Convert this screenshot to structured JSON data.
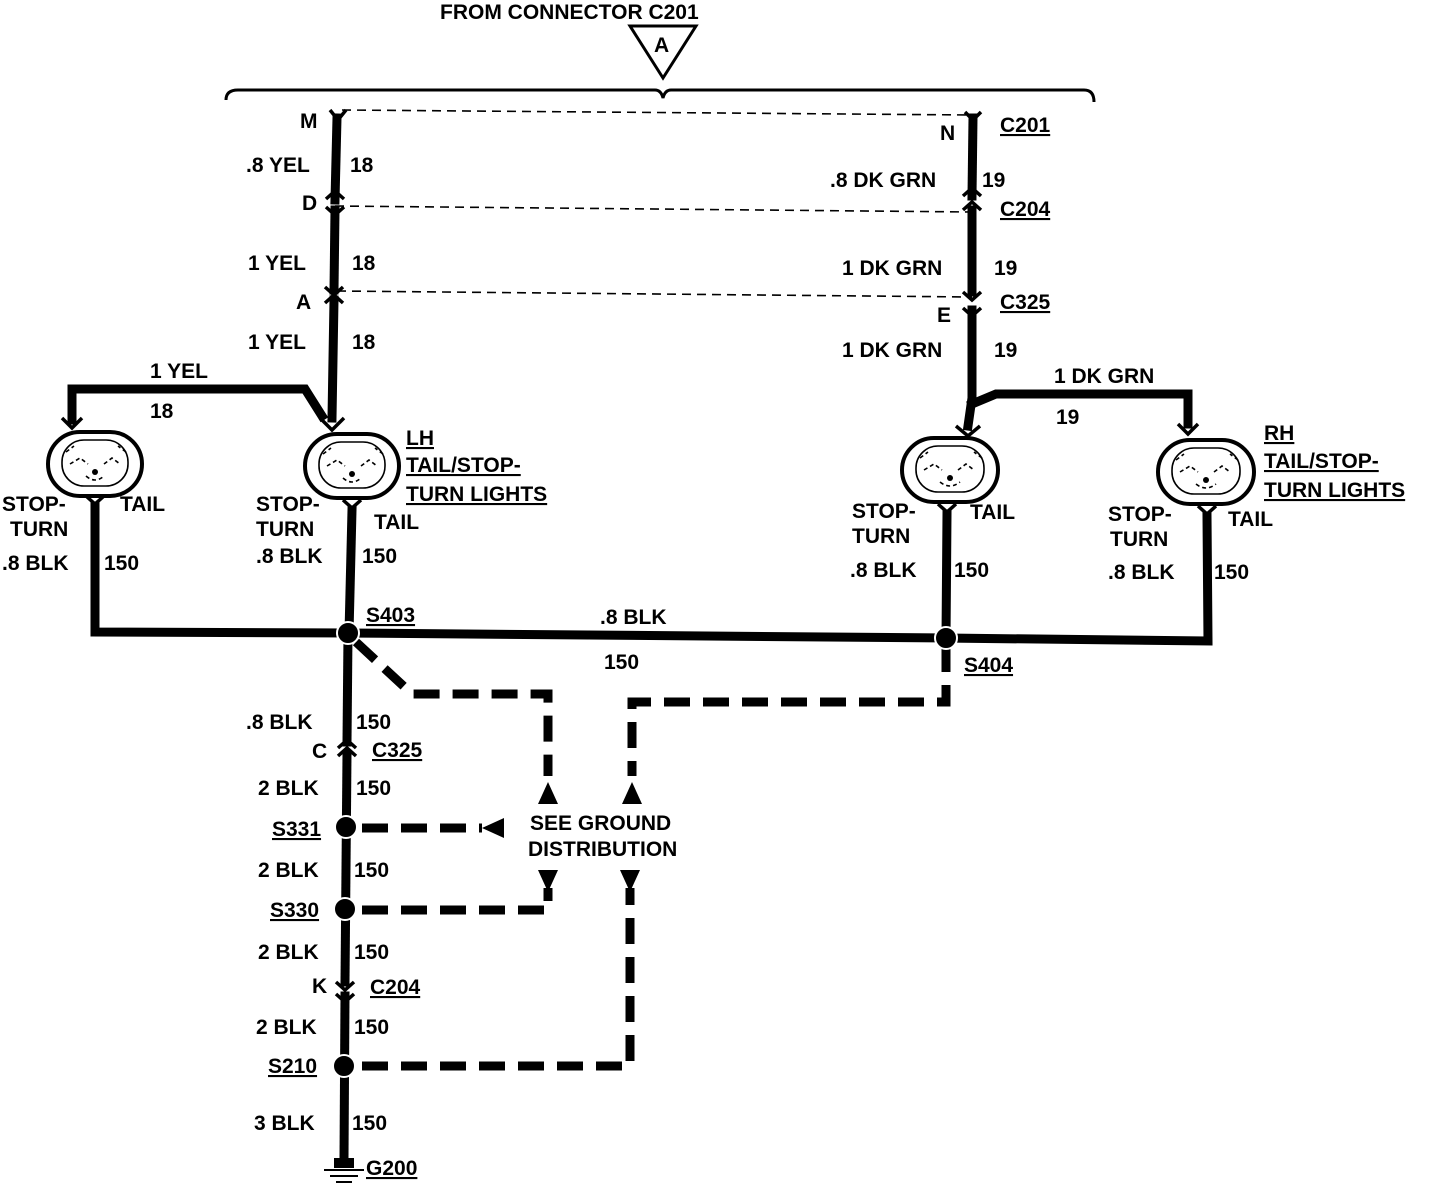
{
  "header": {
    "from_connector": "FROM CONNECTOR C201",
    "ref": "A"
  },
  "pins": {
    "M": "M",
    "D": "D",
    "A": "A",
    "N": "N",
    "E": "E",
    "C": "C",
    "K": "K"
  },
  "connectors": {
    "c201": "C201",
    "c204_top": "C204",
    "c325_top": "C325",
    "c325_bot": "C325",
    "c204_bot": "C204"
  },
  "left_wires": {
    "w1_label": ".8 YEL",
    "w1_circuit": "18",
    "w2_label": "1 YEL",
    "w2_circuit": "18",
    "w3_label": "1 YEL",
    "w3_circuit": "18",
    "w4_label": "1 YEL",
    "w4_circuit": "18"
  },
  "right_wires": {
    "w1_label": ".8 DK GRN",
    "w1_circuit": "19",
    "w2_label": "1 DK GRN",
    "w2_circuit": "19",
    "w3_label": "1 DK GRN",
    "w3_circuit": "19",
    "w4_label": "1 DK GRN",
    "w4_circuit": "19"
  },
  "lamps": {
    "lh_line1": "LH",
    "lh_line2": "TAIL/STOP-",
    "lh_line3": "TURN LIGHTS",
    "rh_line1": "RH",
    "rh_line2": "TAIL/STOP-",
    "rh_line3": "TURN LIGHTS",
    "stop": "STOP-",
    "turn": "TURN",
    "tail": "TAIL"
  },
  "ground_wires": {
    "outer_lh_label": ".8 BLK",
    "outer_lh_circuit": "150",
    "inner_lh_label": ".8 BLK",
    "inner_lh_circuit": "150",
    "inner_rh_label": ".8 BLK",
    "inner_rh_circuit": "150",
    "outer_rh_label": ".8 BLK",
    "outer_rh_circuit": "150",
    "bus_label": ".8 BLK",
    "bus_circuit": "150",
    "trunk1_label": ".8 BLK",
    "trunk1_circuit": "150",
    "trunk2_label": "2 BLK",
    "trunk2_circuit": "150",
    "trunk3_label": "2 BLK",
    "trunk3_circuit": "150",
    "trunk4_label": "2 BLK",
    "trunk4_circuit": "150",
    "trunk5_label": "2 BLK",
    "trunk5_circuit": "150",
    "trunk6_label": "3 BLK",
    "trunk6_circuit": "150"
  },
  "splices": {
    "s403": "S403",
    "s404": "S404",
    "s331": "S331",
    "s330": "S330",
    "s210": "S210"
  },
  "ground": {
    "g200": "G200"
  },
  "ground_distribution": {
    "line1": "SEE GROUND",
    "line2": "DISTRIBUTION"
  }
}
